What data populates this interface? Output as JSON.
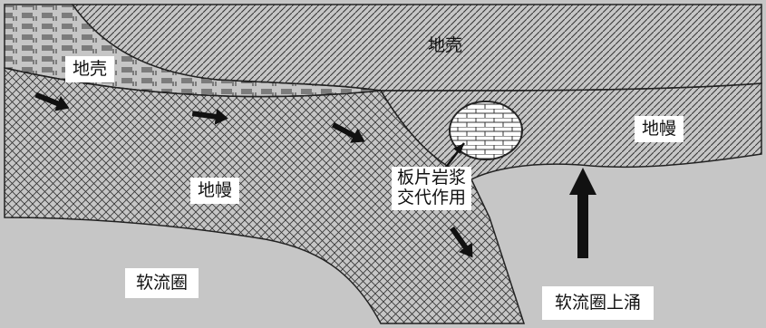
{
  "labels": {
    "crust_right": "地壳",
    "crust_left": "地壳",
    "mantle_right": "地幔",
    "mantle_left": "地幔",
    "metasomatism_line1": "板片岩浆",
    "metasomatism_line2": "交代作用",
    "asthenosphere": "软流圈",
    "asthenosphere_upwelling": "软流圈上涌"
  },
  "colors": {
    "asthenosphere_fill": "#c6c6c6",
    "line": "#222222",
    "background": "#ffffff"
  },
  "icons": [
    "slab-motion-arrow",
    "upwelling-arrow"
  ]
}
